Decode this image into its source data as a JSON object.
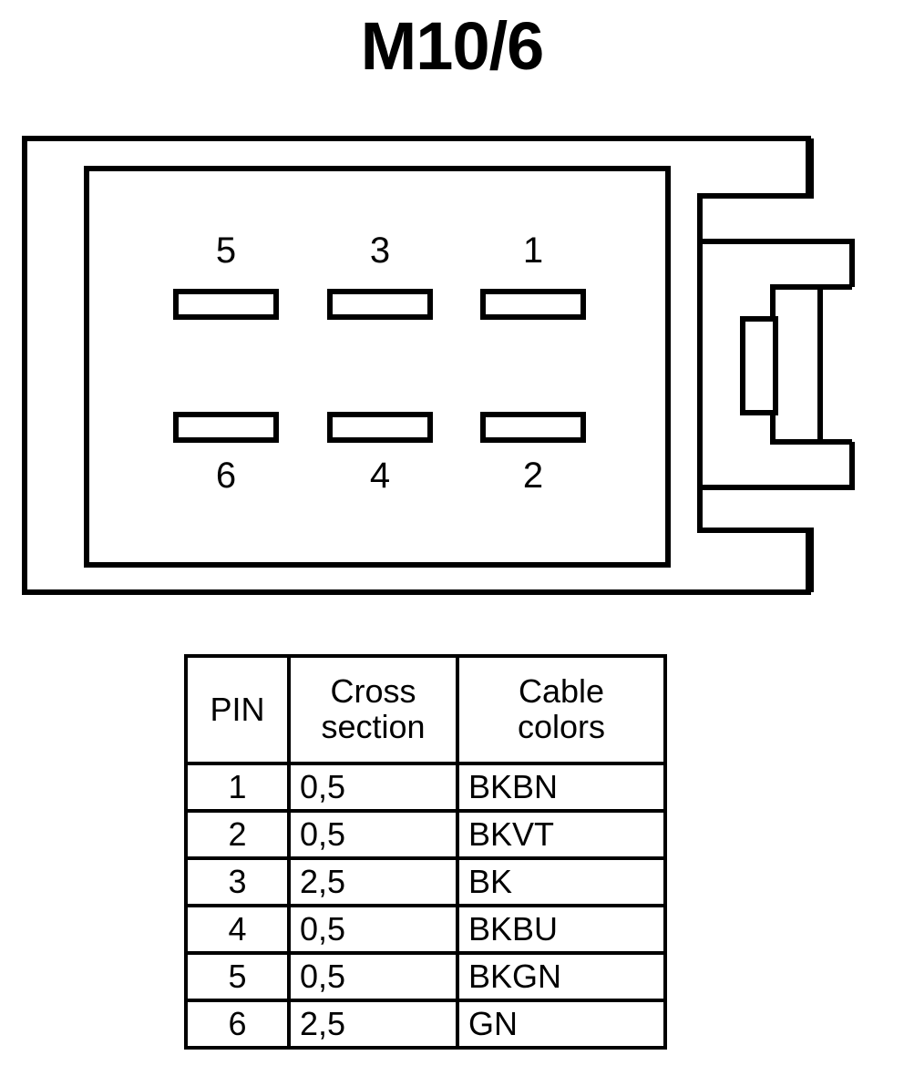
{
  "title": "M10/6",
  "connector": {
    "name": "6-way connector housing",
    "pins_top": [
      {
        "number": "5",
        "slot": "terminal-slot-5"
      },
      {
        "number": "3",
        "slot": "terminal-slot-3"
      },
      {
        "number": "1",
        "slot": "terminal-slot-1"
      }
    ],
    "pins_bottom": [
      {
        "number": "6",
        "slot": "terminal-slot-6"
      },
      {
        "number": "4",
        "slot": "terminal-slot-4"
      },
      {
        "number": "2",
        "slot": "terminal-slot-2"
      }
    ],
    "stroke_color": "#000000",
    "fill_color": "#ffffff"
  },
  "table": {
    "headers": {
      "pin": "PIN",
      "cross_section_line1": "Cross",
      "cross_section_line2": "section",
      "cable_colors_line1": "Cable",
      "cable_colors_line2": "colors"
    },
    "rows": [
      {
        "pin": "1",
        "cross_section": "0,5",
        "cable_colors": "BKBN"
      },
      {
        "pin": "2",
        "cross_section": "0,5",
        "cable_colors": "BKVT"
      },
      {
        "pin": "3",
        "cross_section": "2,5",
        "cable_colors": "BK"
      },
      {
        "pin": "4",
        "cross_section": "0,5",
        "cable_colors": "BKBU"
      },
      {
        "pin": "5",
        "cross_section": "0,5",
        "cable_colors": "BKGN"
      },
      {
        "pin": "6",
        "cross_section": "2,5",
        "cable_colors": "GN"
      }
    ]
  }
}
